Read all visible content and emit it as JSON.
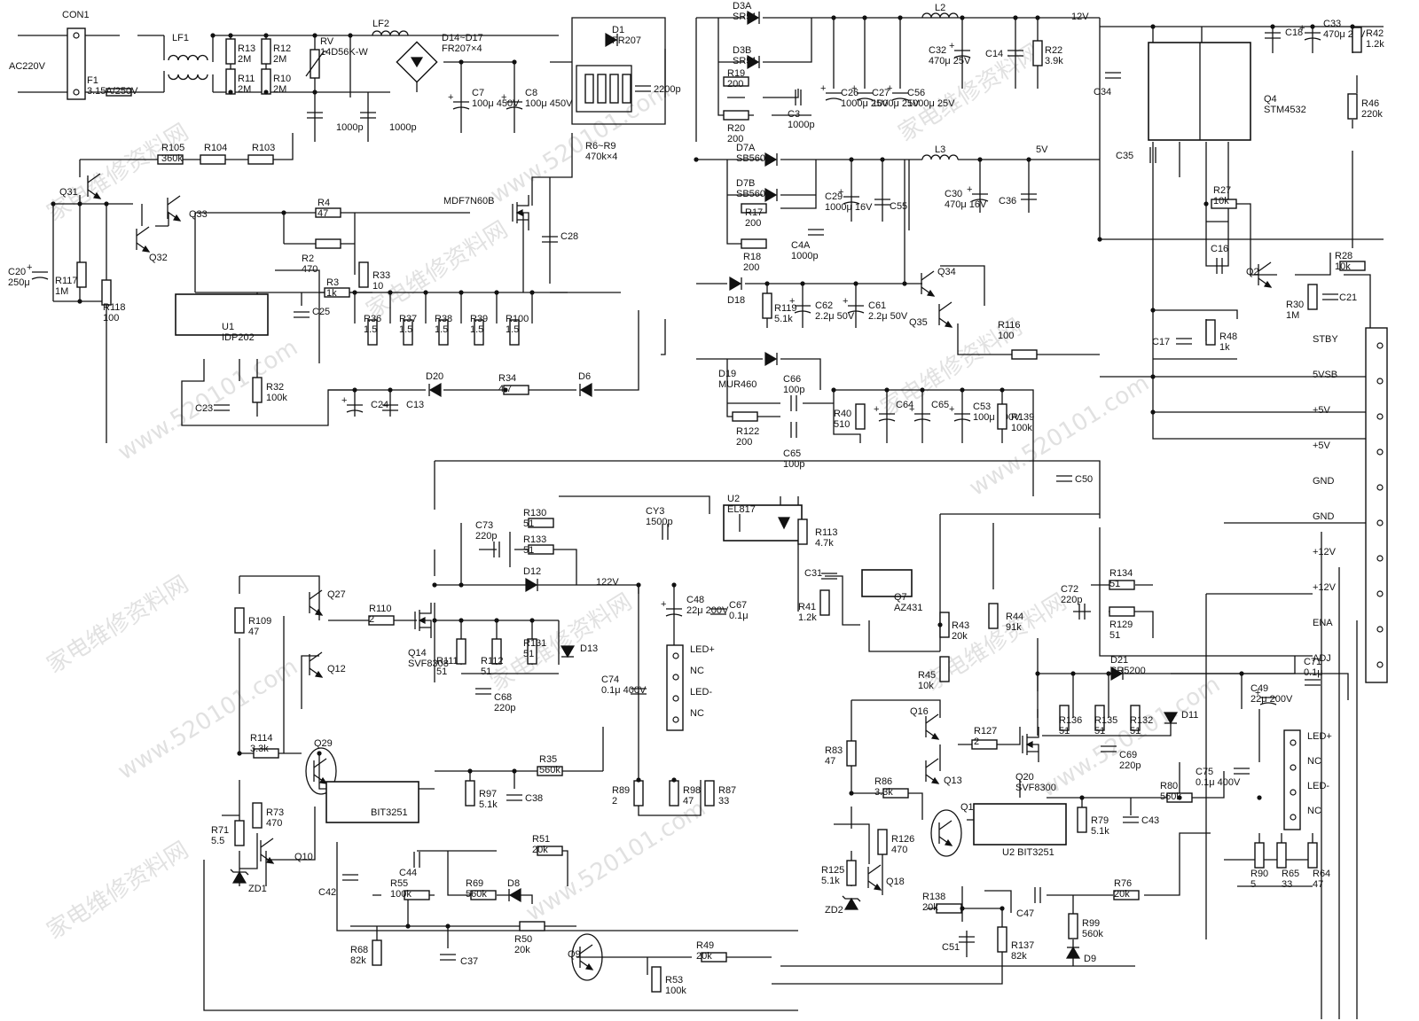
{
  "watermarks": [
    "家电维修资料网",
    "www.520101.com"
  ],
  "nets": {
    "ac_input": "AC220V",
    "out_12v": "12V",
    "out_5v": "5V",
    "out_122v": "122V"
  },
  "connectors": {
    "right": [
      "STBY",
      "5VSB",
      "+5V",
      "+5V",
      "GND",
      "GND",
      "+12V",
      "+12V",
      "ENA",
      "ADJ"
    ],
    "led1": [
      "LED+",
      "NC",
      "LED-",
      "NC"
    ],
    "led2": [
      "LED+",
      "NC",
      "LED-",
      "NC"
    ]
  },
  "components": [
    {
      "id": "con1",
      "ref": "CON1",
      "value": ""
    },
    {
      "id": "f1",
      "ref": "F1",
      "value": "3.15A/250V"
    },
    {
      "id": "lf1",
      "ref": "LF1",
      "value": ""
    },
    {
      "id": "lf2",
      "ref": "LF2",
      "value": ""
    },
    {
      "id": "r13",
      "ref": "R13",
      "value": "2M"
    },
    {
      "id": "r11",
      "ref": "R11",
      "value": "2M"
    },
    {
      "id": "r12",
      "ref": "R12",
      "value": "2M"
    },
    {
      "id": "r10",
      "ref": "R10",
      "value": "2M"
    },
    {
      "id": "rv",
      "ref": "RV",
      "value": "14D56K-W"
    },
    {
      "id": "cx1",
      "ref": "",
      "value": "1000p"
    },
    {
      "id": "cx2",
      "ref": "",
      "value": "1000p"
    },
    {
      "id": "bridge",
      "ref": "D14~D17",
      "value": "FR207×4"
    },
    {
      "id": "c7",
      "ref": "C7",
      "value": "100μ 450V"
    },
    {
      "id": "c8",
      "ref": "C8",
      "value": "100μ 450V"
    },
    {
      "id": "d1",
      "ref": "D1",
      "value": "FR207"
    },
    {
      "id": "r6r9",
      "ref": "R6~R9",
      "value": "470k×4"
    },
    {
      "id": "c2200",
      "ref": "",
      "value": "2200p"
    },
    {
      "id": "r105",
      "ref": "R105",
      "value": "360k"
    },
    {
      "id": "r104",
      "ref": "R104",
      "value": ""
    },
    {
      "id": "r103",
      "ref": "R103",
      "value": ""
    },
    {
      "id": "q31",
      "ref": "Q31",
      "value": ""
    },
    {
      "id": "q32",
      "ref": "Q32",
      "value": ""
    },
    {
      "id": "q33",
      "ref": "Q33",
      "value": ""
    },
    {
      "id": "c20",
      "ref": "C20",
      "value": "250μ"
    },
    {
      "id": "r117",
      "ref": "R117",
      "value": "1M"
    },
    {
      "id": "r118",
      "ref": "R118",
      "value": "100"
    },
    {
      "id": "r4",
      "ref": "R4",
      "value": "47"
    },
    {
      "id": "r2",
      "ref": "R2",
      "value": "470"
    },
    {
      "id": "r33",
      "ref": "R33",
      "value": "10"
    },
    {
      "id": "r3",
      "ref": "R3",
      "value": "1k"
    },
    {
      "id": "c25",
      "ref": "C25",
      "value": ""
    },
    {
      "id": "mosfet1",
      "ref": "MDF7N60B",
      "value": ""
    },
    {
      "id": "c28",
      "ref": "C28",
      "value": ""
    },
    {
      "id": "u1",
      "ref": "U1",
      "value": "IDP202"
    },
    {
      "id": "r36",
      "ref": "R36",
      "value": "1.5"
    },
    {
      "id": "r37",
      "ref": "R37",
      "value": "1.5"
    },
    {
      "id": "r38",
      "ref": "R38",
      "value": "1.5"
    },
    {
      "id": "r39",
      "ref": "R39",
      "value": "1.5"
    },
    {
      "id": "r100",
      "ref": "R100",
      "value": "1.5"
    },
    {
      "id": "r32",
      "ref": "R32",
      "value": "100k"
    },
    {
      "id": "c23",
      "ref": "C23",
      "value": ""
    },
    {
      "id": "c24",
      "ref": "C24",
      "value": ""
    },
    {
      "id": "c13",
      "ref": "C13",
      "value": ""
    },
    {
      "id": "d20",
      "ref": "D20",
      "value": ""
    },
    {
      "id": "r34",
      "ref": "R34",
      "value": "4.7"
    },
    {
      "id": "d6",
      "ref": "D6",
      "value": ""
    },
    {
      "id": "d3a",
      "ref": "D3A",
      "value": "SR51"
    },
    {
      "id": "d3b",
      "ref": "D3B",
      "value": "SR51"
    },
    {
      "id": "r19",
      "ref": "R19",
      "value": "200"
    },
    {
      "id": "r20",
      "ref": "R20",
      "value": "200"
    },
    {
      "id": "c3",
      "ref": "C3",
      "value": "1000p"
    },
    {
      "id": "c26",
      "ref": "C26",
      "value": "1000μ 25V"
    },
    {
      "id": "c27",
      "ref": "C27",
      "value": "1000μ 25V"
    },
    {
      "id": "c56",
      "ref": "C56",
      "value": "1000μ 25V"
    },
    {
      "id": "l2",
      "ref": "L2",
      "value": ""
    },
    {
      "id": "c32",
      "ref": "C32",
      "value": "470μ 25V"
    },
    {
      "id": "c14",
      "ref": "C14",
      "value": ""
    },
    {
      "id": "r22",
      "ref": "R22",
      "value": "3.9k"
    },
    {
      "id": "d7a",
      "ref": "D7A",
      "value": "SB560"
    },
    {
      "id": "d7b",
      "ref": "D7B",
      "value": "SB560"
    },
    {
      "id": "r17",
      "ref": "R17",
      "value": "200"
    },
    {
      "id": "r18",
      "ref": "R18",
      "value": "200"
    },
    {
      "id": "c4a",
      "ref": "C4A",
      "value": "1000p"
    },
    {
      "id": "c29",
      "ref": "C29",
      "value": "1000μ 16V"
    },
    {
      "id": "c55",
      "ref": "C55",
      "value": ""
    },
    {
      "id": "l3",
      "ref": "L3",
      "value": ""
    },
    {
      "id": "c30",
      "ref": "C30",
      "value": "470μ 16V"
    },
    {
      "id": "c36",
      "ref": "C36",
      "value": ""
    },
    {
      "id": "d18",
      "ref": "D18",
      "value": ""
    },
    {
      "id": "r119",
      "ref": "R119",
      "value": "5.1k"
    },
    {
      "id": "c62",
      "ref": "C62",
      "value": "2.2μ 50V"
    },
    {
      "id": "c61",
      "ref": "C61",
      "value": "2.2μ 50V"
    },
    {
      "id": "q34",
      "ref": "Q34",
      "value": ""
    },
    {
      "id": "q35",
      "ref": "Q35",
      "value": ""
    },
    {
      "id": "r116",
      "ref": "R116",
      "value": "100"
    },
    {
      "id": "d19",
      "ref": "D19",
      "value": "MUR460"
    },
    {
      "id": "c66",
      "ref": "C66",
      "value": "100p"
    },
    {
      "id": "c65b",
      "ref": "C65",
      "value": "100p"
    },
    {
      "id": "r122",
      "ref": "R122",
      "value": "200"
    },
    {
      "id": "r40",
      "ref": "R40",
      "value": "510"
    },
    {
      "id": "c64",
      "ref": "C64",
      "value": ""
    },
    {
      "id": "c65",
      "ref": "C65",
      "value": ""
    },
    {
      "id": "c53",
      "ref": "C53",
      "value": "100μ 100V"
    },
    {
      "id": "r139",
      "ref": "R139",
      "value": "100k"
    },
    {
      "id": "c50",
      "ref": "C50",
      "value": ""
    },
    {
      "id": "c18",
      "ref": "C18",
      "value": ""
    },
    {
      "id": "c33",
      "ref": "C33",
      "value": "470μ 25V"
    },
    {
      "id": "r42",
      "ref": "R42",
      "value": "1.2k"
    },
    {
      "id": "c34",
      "ref": "C34",
      "value": ""
    },
    {
      "id": "q4",
      "ref": "Q4",
      "value": "STM4532"
    },
    {
      "id": "r46",
      "ref": "R46",
      "value": "220k"
    },
    {
      "id": "c35",
      "ref": "C35",
      "value": ""
    },
    {
      "id": "r27",
      "ref": "R27",
      "value": "10k"
    },
    {
      "id": "c16",
      "ref": "C16",
      "value": ""
    },
    {
      "id": "q2",
      "ref": "Q2",
      "value": ""
    },
    {
      "id": "r28",
      "ref": "R28",
      "value": "10k"
    },
    {
      "id": "r30",
      "ref": "R30",
      "value": "1M"
    },
    {
      "id": "c21",
      "ref": "C21",
      "value": ""
    },
    {
      "id": "c17",
      "ref": "C17",
      "value": ""
    },
    {
      "id": "r48",
      "ref": "R48",
      "value": "1k"
    },
    {
      "id": "u2",
      "ref": "U2",
      "value": "EL817"
    },
    {
      "id": "c73",
      "ref": "C73",
      "value": "220p"
    },
    {
      "id": "r130",
      "ref": "R130",
      "value": "51"
    },
    {
      "id": "r133",
      "ref": "R133",
      "value": "51"
    },
    {
      "id": "d12",
      "ref": "D12",
      "value": ""
    },
    {
      "id": "cy3",
      "ref": "CY3",
      "value": "1500p"
    },
    {
      "id": "r113",
      "ref": "R113",
      "value": "4.7k"
    },
    {
      "id": "c31",
      "ref": "C31",
      "value": ""
    },
    {
      "id": "r41",
      "ref": "R41",
      "value": "1.2k"
    },
    {
      "id": "q7",
      "ref": "Q7",
      "value": "AZ431"
    },
    {
      "id": "r43",
      "ref": "R43",
      "value": "20k"
    },
    {
      "id": "r44",
      "ref": "R44",
      "value": "91k"
    },
    {
      "id": "r45",
      "ref": "R45",
      "value": "10k"
    },
    {
      "id": "r109",
      "ref": "R109",
      "value": "47"
    },
    {
      "id": "q27",
      "ref": "Q27",
      "value": ""
    },
    {
      "id": "q12",
      "ref": "Q12",
      "value": ""
    },
    {
      "id": "r110",
      "ref": "R110",
      "value": "2"
    },
    {
      "id": "q14",
      "ref": "Q14",
      "value": "SVF8308"
    },
    {
      "id": "r111",
      "ref": "R111",
      "value": "51"
    },
    {
      "id": "r112",
      "ref": "R112",
      "value": "51"
    },
    {
      "id": "r131",
      "ref": "R131",
      "value": "51"
    },
    {
      "id": "d13",
      "ref": "D13",
      "value": ""
    },
    {
      "id": "c68",
      "ref": "C68",
      "value": "220p"
    },
    {
      "id": "c48",
      "ref": "C48",
      "value": "22μ 200V"
    },
    {
      "id": "c67",
      "ref": "C67",
      "value": "0.1μ"
    },
    {
      "id": "c74",
      "ref": "C74",
      "value": "0.1μ 400V"
    },
    {
      "id": "r114",
      "ref": "R114",
      "value": "3.3k"
    },
    {
      "id": "q29",
      "ref": "Q29",
      "value": ""
    },
    {
      "id": "r73",
      "ref": "R73",
      "value": "470"
    },
    {
      "id": "r71",
      "ref": "R71",
      "value": "5.5"
    },
    {
      "id": "q10",
      "ref": "Q10",
      "value": ""
    },
    {
      "id": "zd1",
      "ref": "ZD1",
      "value": ""
    },
    {
      "id": "bit1",
      "ref": "BIT3251",
      "value": ""
    },
    {
      "id": "r35",
      "ref": "R35",
      "value": "560k"
    },
    {
      "id": "r97",
      "ref": "R97",
      "value": "5.1k"
    },
    {
      "id": "c38",
      "ref": "C38",
      "value": ""
    },
    {
      "id": "r89",
      "ref": "R89",
      "value": "2"
    },
    {
      "id": "r98",
      "ref": "R98",
      "value": "47"
    },
    {
      "id": "r87",
      "ref": "R87",
      "value": "33"
    },
    {
      "id": "c42",
      "ref": "C42",
      "value": ""
    },
    {
      "id": "c44",
      "ref": "C44",
      "value": ""
    },
    {
      "id": "r51",
      "ref": "R51",
      "value": "20k"
    },
    {
      "id": "r69",
      "ref": "R69",
      "value": "560k"
    },
    {
      "id": "d8",
      "ref": "D8",
      "value": ""
    },
    {
      "id": "r55",
      "ref": "R55",
      "value": "100k"
    },
    {
      "id": "r50",
      "ref": "R50",
      "value": "20k"
    },
    {
      "id": "r68",
      "ref": "R68",
      "value": "82k"
    },
    {
      "id": "c37",
      "ref": "C37",
      "value": ""
    },
    {
      "id": "q9",
      "ref": "Q9",
      "value": ""
    },
    {
      "id": "r49",
      "ref": "R49",
      "value": "20k"
    },
    {
      "id": "r53",
      "ref": "R53",
      "value": "100k"
    },
    {
      "id": "c72",
      "ref": "C72",
      "value": "220p"
    },
    {
      "id": "r134",
      "ref": "R134",
      "value": "51"
    },
    {
      "id": "r129",
      "ref": "R129",
      "value": "51"
    },
    {
      "id": "d21",
      "ref": "D21",
      "value": "SR5200"
    },
    {
      "id": "c71",
      "ref": "C71",
      "value": "0.1μ"
    },
    {
      "id": "c49",
      "ref": "C49",
      "value": "22μ 200V"
    },
    {
      "id": "r136",
      "ref": "R136",
      "value": "51"
    },
    {
      "id": "r135",
      "ref": "R135",
      "value": "51"
    },
    {
      "id": "r132",
      "ref": "R132",
      "value": "51"
    },
    {
      "id": "d11",
      "ref": "D11",
      "value": ""
    },
    {
      "id": "c69",
      "ref": "C69",
      "value": "220p"
    },
    {
      "id": "q16",
      "ref": "Q16",
      "value": ""
    },
    {
      "id": "q13",
      "ref": "Q13",
      "value": ""
    },
    {
      "id": "r127",
      "ref": "R127",
      "value": "2"
    },
    {
      "id": "q20",
      "ref": "Q20",
      "value": "SVF8300"
    },
    {
      "id": "r83",
      "ref": "R83",
      "value": "47"
    },
    {
      "id": "r86",
      "ref": "R86",
      "value": "3.3k"
    },
    {
      "id": "q19",
      "ref": "Q19",
      "value": ""
    },
    {
      "id": "r126",
      "ref": "R126",
      "value": "470"
    },
    {
      "id": "r125",
      "ref": "R125",
      "value": "5.1k"
    },
    {
      "id": "q18",
      "ref": "Q18",
      "value": ""
    },
    {
      "id": "zd2",
      "ref": "ZD2",
      "value": ""
    },
    {
      "id": "bit2",
      "ref": "U2 BIT3251",
      "value": ""
    },
    {
      "id": "r79",
      "ref": "R79",
      "value": "5.1k"
    },
    {
      "id": "c43",
      "ref": "C43",
      "value": ""
    },
    {
      "id": "r80",
      "ref": "R80",
      "value": "560k"
    },
    {
      "id": "c75",
      "ref": "C75",
      "value": "0.1μ 400V"
    },
    {
      "id": "r90",
      "ref": "R90",
      "value": "5"
    },
    {
      "id": "r65",
      "ref": "R65",
      "value": "33"
    },
    {
      "id": "r64",
      "ref": "R64",
      "value": "47"
    },
    {
      "id": "r76",
      "ref": "R76",
      "value": "20k"
    },
    {
      "id": "c47",
      "ref": "C47",
      "value": ""
    },
    {
      "id": "r99",
      "ref": "R99",
      "value": "560k"
    },
    {
      "id": "d9",
      "ref": "D9",
      "value": ""
    },
    {
      "id": "r138",
      "ref": "R138",
      "value": "20k"
    },
    {
      "id": "c51",
      "ref": "C51",
      "value": ""
    },
    {
      "id": "r137",
      "ref": "R137",
      "value": "82k"
    }
  ]
}
